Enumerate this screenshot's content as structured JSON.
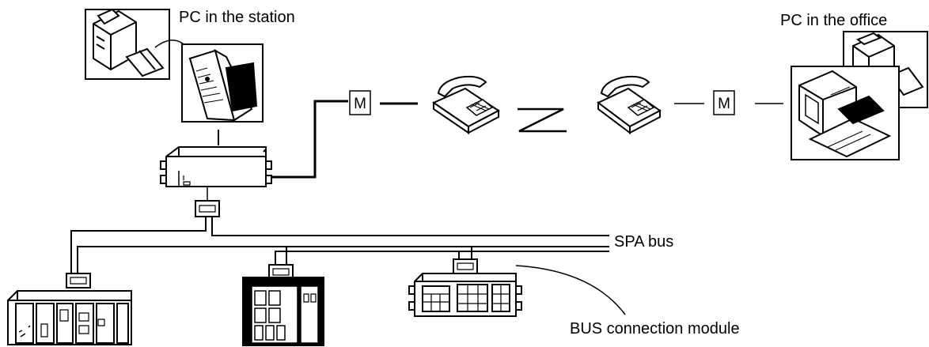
{
  "labels": {
    "pc_station": "PC in the station",
    "pc_office": "PC in the office",
    "spa_bus": "SPA bus",
    "bus_module": "BUS connection module",
    "modem": "M"
  },
  "colors": {
    "ink": "#000000",
    "paper": "#ffffff"
  },
  "icons": [
    "printer-icon",
    "laptop-icon",
    "data-communication-unit-icon",
    "bus-connection-module-icon",
    "modem-icon",
    "telephone-icon",
    "telephone-link-icon",
    "office-pc-icon",
    "relay-rack-icon",
    "relay-panel-icon"
  ]
}
